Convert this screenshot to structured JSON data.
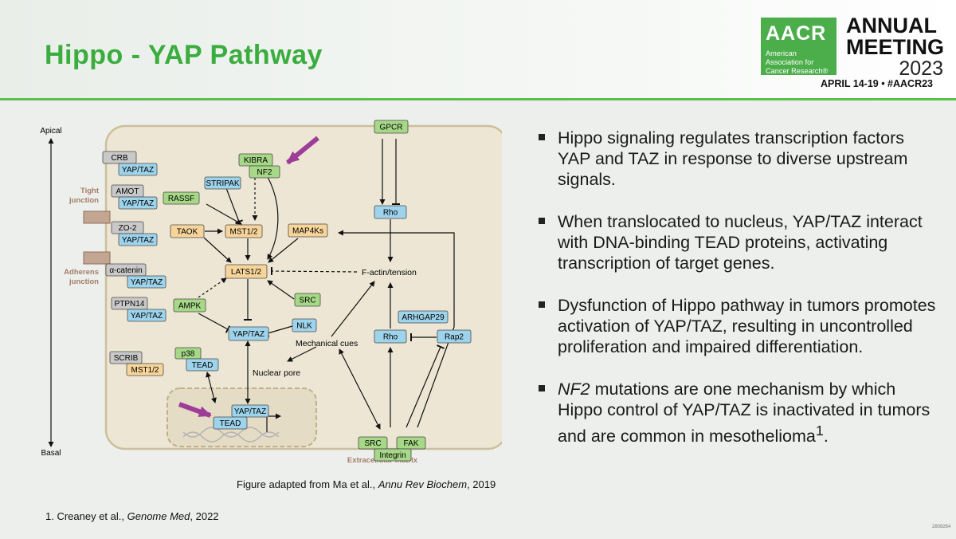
{
  "slide": {
    "title": "Hippo - YAP Pathway",
    "logo": {
      "mark": "AACR",
      "org": "American Association for Cancer Research®",
      "event_line1": "ANNUAL",
      "event_line2": "MEETING",
      "event_year": "2023",
      "dates": "APRIL 14-19 • #AACR23"
    },
    "caption_prefix": "Figure adapted from Ma et al., ",
    "caption_journal": "Annu Rev Biochem",
    "caption_suffix": ", 2019",
    "footnote_prefix": "1. Creaney et al., ",
    "footnote_journal": "Genome Med",
    "footnote_suffix": ", 2022",
    "slide_code": "2808264",
    "bullets": [
      {
        "text": "Hippo signaling regulates transcription factors YAP and TAZ in response to diverse upstream signals."
      },
      {
        "text": "When translocated to nucleus, YAP/TAZ interact with DNA-binding TEAD proteins, activating transcription of target genes."
      },
      {
        "text": "Dysfunction of Hippo pathway in tumors promotes activation of YAP/TAZ, resulting in uncontrolled proliferation and impaired differentiation."
      },
      {
        "em": "NF2",
        "text": " mutations are one mechanism by which Hippo control of YAP/TAZ is inactivated in tumors and are common in mesothelioma",
        "sup": "1",
        "tail": "."
      }
    ]
  },
  "diagram": {
    "axis": {
      "top": "Apical",
      "bottom": "Basal"
    },
    "labels": {
      "tight": [
        "Tight",
        "junction"
      ],
      "adherens": [
        "Adherens",
        "junction"
      ],
      "ecm": "Extracellular matrix",
      "mech": "Mechanical cues",
      "pore": "Nuclear pore",
      "factin": "F-actin/tension"
    },
    "nodes": {
      "crb": "CRB",
      "yt1": "YAP/TAZ",
      "amot": "AMOT",
      "yt2": "YAP/TAZ",
      "zo2": "ZO-2",
      "yt3": "YAP/TAZ",
      "acat": "α-catenin",
      "yt4": "YAP/TAZ",
      "ptpn14": "PTPN14",
      "yt5": "YAP/TAZ",
      "scrib": "SCRIB",
      "mst1b": "MST1/2",
      "kibra": "KIBRA",
      "nf2": "NF2",
      "stripak": "STRIPAK",
      "rassf": "RASSF",
      "taok": "TAOK",
      "mst12": "MST1/2",
      "map4k": "MAP4Ks",
      "lats": "LATS1/2",
      "src1": "SRC",
      "ampk": "AMPK",
      "nlk": "NLK",
      "ytc": "YAP/TAZ",
      "p38": "p38",
      "tead1": "TEAD",
      "ytn": "YAP/TAZ",
      "teadn": "TEAD",
      "gpcr": "GPCR",
      "rho1": "Rho",
      "arhgap": "ARHGAP29",
      "rho2": "Rho",
      "rap2": "Rap2",
      "src2": "SRC",
      "fak": "FAK",
      "integrin": "Integrin"
    },
    "colors": {
      "gray": "#c9c9c9",
      "blue": "#9ed3ec",
      "green": "#a6d887",
      "orange": "#f7d59a",
      "cell": "#ede6d4",
      "nucleus": "#e5dcc5",
      "arrow": "#9e3d98"
    }
  }
}
